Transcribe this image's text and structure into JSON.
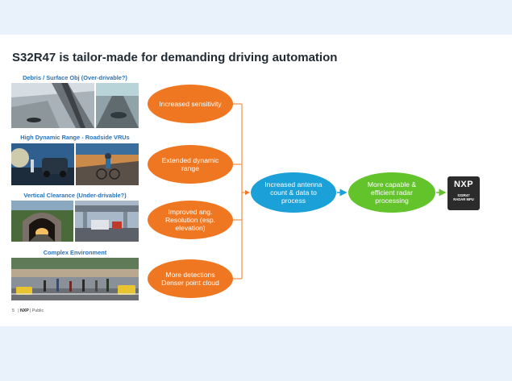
{
  "slide": {
    "title": "S32R47 is tailor-made for demanding driving automation",
    "captions": [
      "Debris / Surface Obj (Over-drivable?)",
      "High Dynamic Range - Roadside VRUs",
      "Vertical Clearance (Under-drivable?)",
      "Complex Environment"
    ],
    "benefits": [
      "Increased sensitivity",
      "Extended dynamic range",
      "Improved ang. Resolution (esp. elevation)",
      "More detections Denser point cloud"
    ],
    "center": "Increased antenna count & data to process",
    "result": "More capable & efficient radar processing",
    "chip": {
      "logo": "NXP",
      "line1": "S32R47",
      "line2": "RADAR MPU"
    },
    "footer": {
      "page": "5",
      "brand": "NXP",
      "classification": "Public"
    }
  },
  "colors": {
    "orange": "#f07722",
    "blue": "#1ba0d8",
    "green": "#63c32b",
    "caption_blue": "#2a73b9"
  }
}
